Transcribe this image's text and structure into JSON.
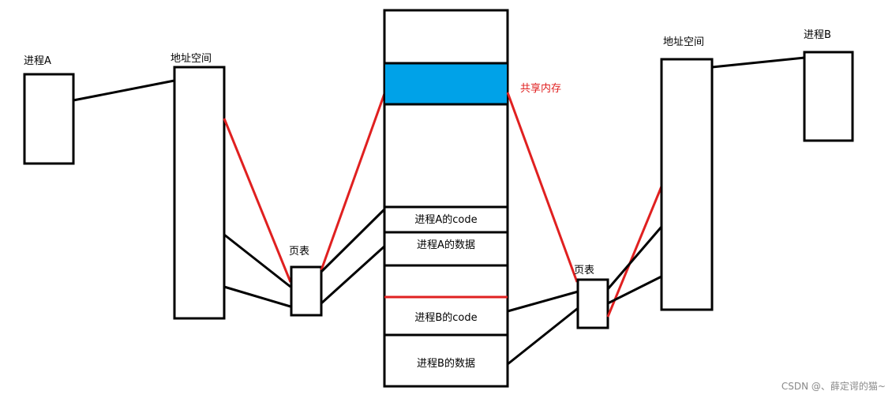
{
  "process_a": {
    "label": "进程A"
  },
  "process_b": {
    "label": "进程B"
  },
  "address_space_a": {
    "label": "地址空间"
  },
  "address_space_b": {
    "label": "地址空间"
  },
  "page_table_a": {
    "label": "页表"
  },
  "page_table_b": {
    "label": "页表"
  },
  "physical_memory": {
    "shared_memory_label": "共享内存",
    "shared_memory_color": "#00a2e8",
    "cells": {
      "proc_a_code": "进程A的code",
      "proc_a_data": "进程A的数据",
      "proc_b_code": "进程B的code",
      "proc_b_data": "进程B的数据"
    }
  },
  "colors": {
    "shared_mapping": "#e02020",
    "normal_mapping": "#000000"
  },
  "watermark": "CSDN @、薛定谔的猫~"
}
